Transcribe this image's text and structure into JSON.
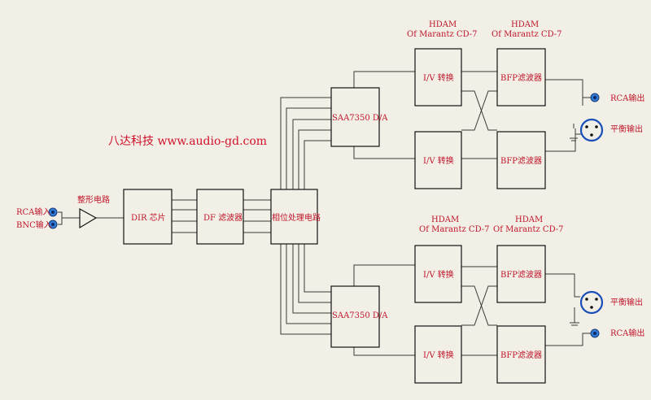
{
  "brand": {
    "text": "八达科技  www.audio-gd.com"
  },
  "inputs": {
    "rca_label": "RCA输入",
    "bnc_label": "BNC输入",
    "shaper_label": "整形电路"
  },
  "blocks": {
    "dir": "DIR  芯片",
    "df": "DF  滤波器",
    "phase": "相位处理电路",
    "dac_top": "SAA7350  D/A",
    "dac_bottom": "SAA7350  D/A",
    "iv_1": "I/V  转换",
    "iv_2": "I/V  转换",
    "iv_3": "I/V  转换",
    "iv_4": "I/V  转换",
    "bfp_1": "BFP滤波器",
    "bfp_2": "BFP滤波器",
    "bfp_3": "BFP滤波器",
    "bfp_4": "BFP滤波器"
  },
  "hdam": {
    "line1": "HDAM",
    "line2": "Of Marantz  CD-7"
  },
  "outputs": {
    "rca_top": "RCA输出",
    "balanced_top": "平衡输出",
    "balanced_bottom": "平衡输出",
    "rca_bottom": "RCA输出"
  }
}
